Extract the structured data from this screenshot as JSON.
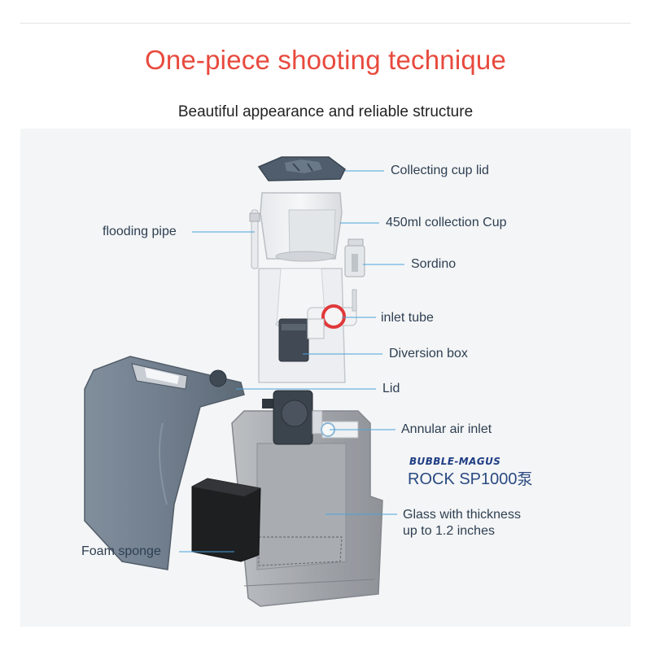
{
  "header": {
    "title": "One-piece shooting technique",
    "subtitle": "Beautiful appearance and reliable structure"
  },
  "labels": {
    "collecting_cup_lid": "Collecting cup lid",
    "collection_cup": "450ml collection Cup",
    "flooding_pipe": "flooding pipe",
    "sordino": "Sordino",
    "inlet_tube": "inlet tube",
    "diversion_box": "Diversion box",
    "lid": "Lid",
    "annular_air_inlet": "Annular air inlet",
    "glass_line1": "Glass with thickness",
    "glass_line2": "up to 1.2 inches",
    "foam_sponge": "Foam sponge"
  },
  "brand": {
    "name": "BUBBLE-MAGUS",
    "model": "ROCK SP1000",
    "model_suffix": "泵"
  },
  "colors": {
    "title": "#e84a3e",
    "label_text": "#2d3f52",
    "leader_line": "#4aa3dc",
    "brand": "#2a4a82"
  }
}
